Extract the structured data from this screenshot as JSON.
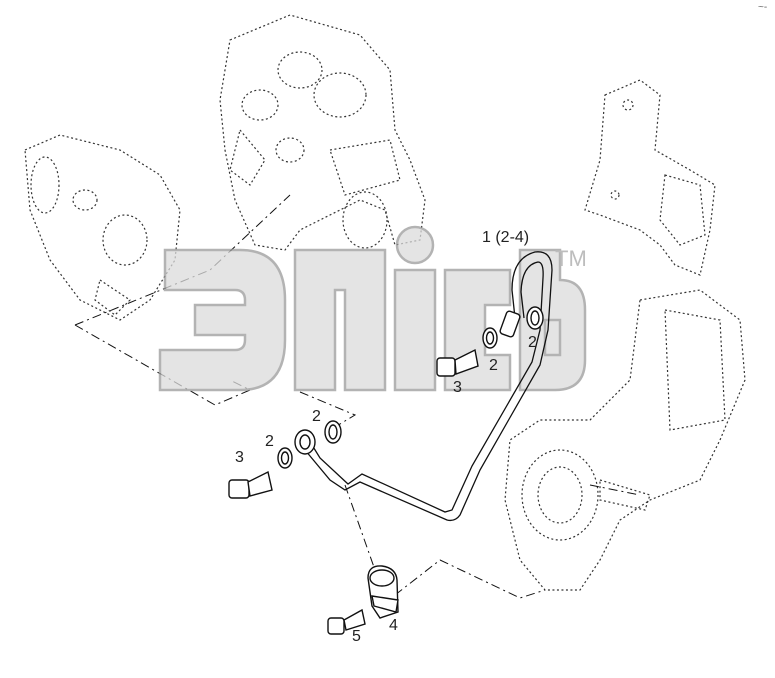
{
  "callouts": {
    "main_pipe": "1 (2-4)",
    "washer_top_right": "2",
    "washer_top_mid": "2",
    "bolt_top": "3",
    "washer_mid": "2",
    "washer_low": "2",
    "bolt_low": "3",
    "clamp": "4",
    "clamp_bolt": "5"
  },
  "watermark": {
    "tm": "TM"
  },
  "corner_mark": "~-"
}
